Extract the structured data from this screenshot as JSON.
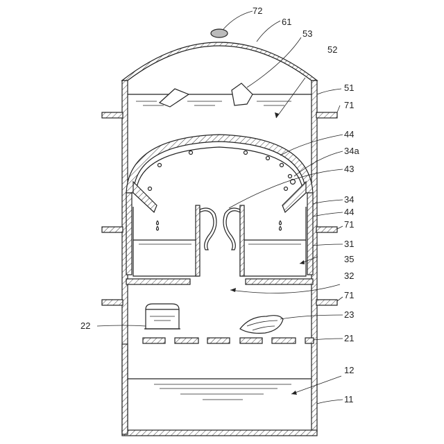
{
  "labels": {
    "l72": "72",
    "l61": "61",
    "l53": "53",
    "l52": "52",
    "l51": "51",
    "l71a": "71",
    "l44a": "44",
    "l34a": "34a",
    "l43": "43",
    "l34": "34",
    "l44b": "44",
    "l71b": "71",
    "l31": "31",
    "l35": "35",
    "l32": "32",
    "l71c": "71",
    "l22": "22",
    "l23": "23",
    "l21": "21",
    "l12": "12",
    "l11": "11"
  }
}
